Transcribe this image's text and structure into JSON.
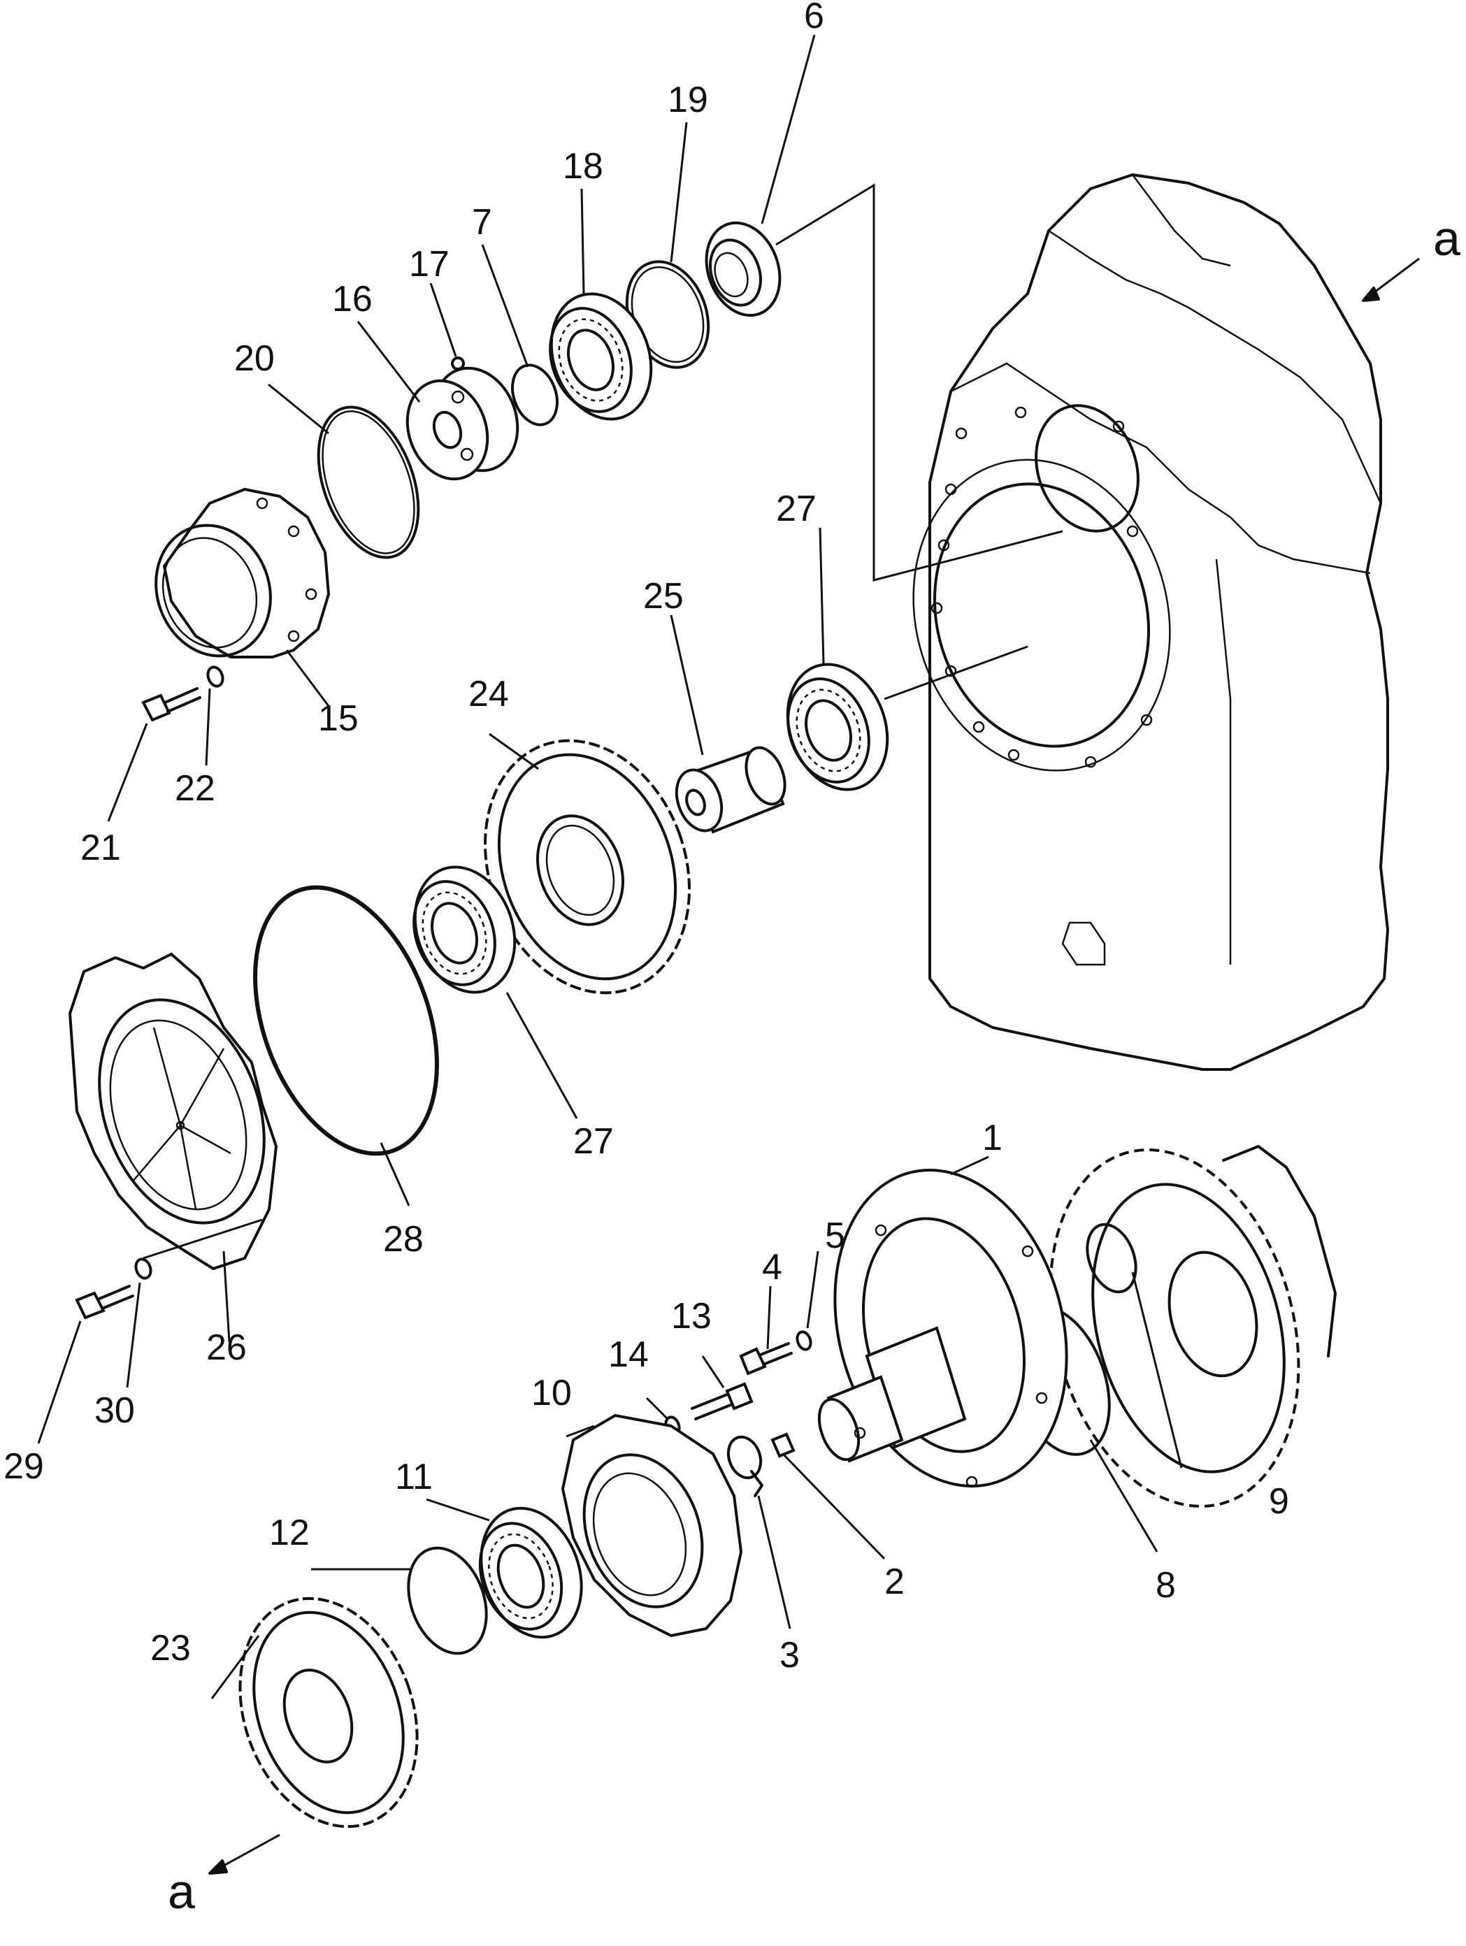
{
  "callouts": [
    {
      "id": "n1",
      "text": "1"
    },
    {
      "id": "n2",
      "text": "2"
    },
    {
      "id": "n3",
      "text": "3"
    },
    {
      "id": "n4",
      "text": "4"
    },
    {
      "id": "n5",
      "text": "5"
    },
    {
      "id": "n6",
      "text": "6"
    },
    {
      "id": "n7",
      "text": "7"
    },
    {
      "id": "n8",
      "text": "8"
    },
    {
      "id": "n9",
      "text": "9"
    },
    {
      "id": "n10",
      "text": "10"
    },
    {
      "id": "n11",
      "text": "11"
    },
    {
      "id": "n12",
      "text": "12"
    },
    {
      "id": "n13",
      "text": "13"
    },
    {
      "id": "n14",
      "text": "14"
    },
    {
      "id": "n15",
      "text": "15"
    },
    {
      "id": "n16",
      "text": "16"
    },
    {
      "id": "n17",
      "text": "17"
    },
    {
      "id": "n18",
      "text": "18"
    },
    {
      "id": "n19",
      "text": "19"
    },
    {
      "id": "n20",
      "text": "20"
    },
    {
      "id": "n21",
      "text": "21"
    },
    {
      "id": "n22",
      "text": "22"
    },
    {
      "id": "n23",
      "text": "23"
    },
    {
      "id": "n24",
      "text": "24"
    },
    {
      "id": "n25",
      "text": "25"
    },
    {
      "id": "n27a",
      "text": "27"
    },
    {
      "id": "n27b",
      "text": "27"
    },
    {
      "id": "n26",
      "text": "26"
    },
    {
      "id": "n28",
      "text": "28"
    },
    {
      "id": "n29",
      "text": "29"
    },
    {
      "id": "n30",
      "text": "30"
    }
  ],
  "refs": {
    "a_top": "a",
    "a_bottom": "a"
  }
}
